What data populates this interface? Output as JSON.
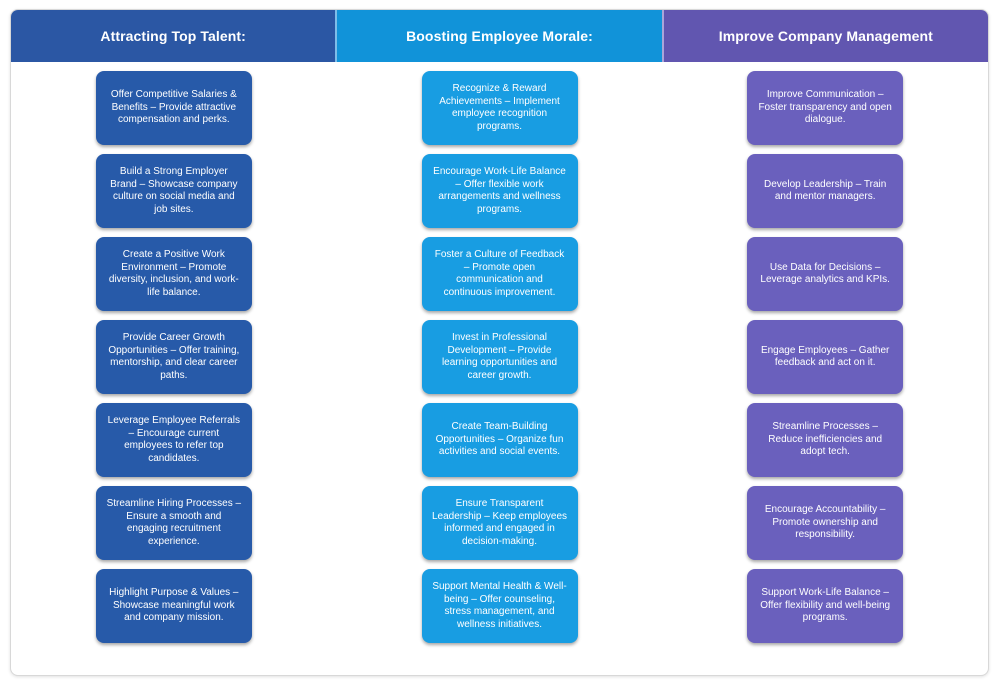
{
  "board": {
    "columns": [
      {
        "id": "attracting-top-talent",
        "header": "Attracting Top Talent:",
        "header_color": "#2b57a4",
        "card_color": "#275aa9",
        "cards": [
          "Offer Competitive Salaries & Benefits – Provide attractive compensation and perks.",
          "Build a Strong Employer Brand – Showcase company culture on social media and job sites.",
          "Create a Positive Work Environment – Promote diversity, inclusion, and work-life balance.",
          "Provide Career Growth Opportunities – Offer training, mentorship, and clear career paths.",
          "Leverage Employee Referrals – Encourage current employees to refer top candidates.",
          "Streamline Hiring Processes – Ensure a smooth and engaging recruitment experience.",
          "Highlight Purpose & Values – Showcase meaningful work and company mission."
        ]
      },
      {
        "id": "boosting-employee-morale",
        "header": "Boosting Employee Morale:",
        "header_color": "#1193d9",
        "card_color": "#189de2",
        "edge_color": "#7ebde9",
        "cards": [
          "Recognize & Reward Achievements – Implement employee recognition programs.",
          "Encourage Work-Life Balance – Offer flexible work arrangements and wellness programs.",
          "Foster a Culture of Feedback – Promote open communication and continuous improvement.",
          "Invest in Professional Development – Provide learning opportunities and career growth.",
          "Create Team-Building Opportunities – Organize fun activities and social events.",
          "Ensure Transparent Leadership – Keep employees informed and engaged in decision-making.",
          "Support Mental Health & Well-being – Offer counseling, stress management, and wellness initiatives."
        ]
      },
      {
        "id": "improve-company-management",
        "header": "Improve Company Management",
        "header_color": "#6156b0",
        "card_color": "#6a60bd",
        "edge_color": "#aba5d9",
        "cards": [
          "Improve Communication – Foster transparency and open dialogue.",
          "Develop Leadership – Train and mentor managers.",
          "Use Data for Decisions – Leverage analytics and KPIs.",
          "Engage Employees – Gather feedback and act on it.",
          "Streamline Processes – Reduce inefficiencies and adopt tech.",
          "Encourage Accountability – Promote ownership and responsibility.",
          "Support Work-Life Balance – Offer flexibility and well-being programs."
        ]
      }
    ]
  }
}
